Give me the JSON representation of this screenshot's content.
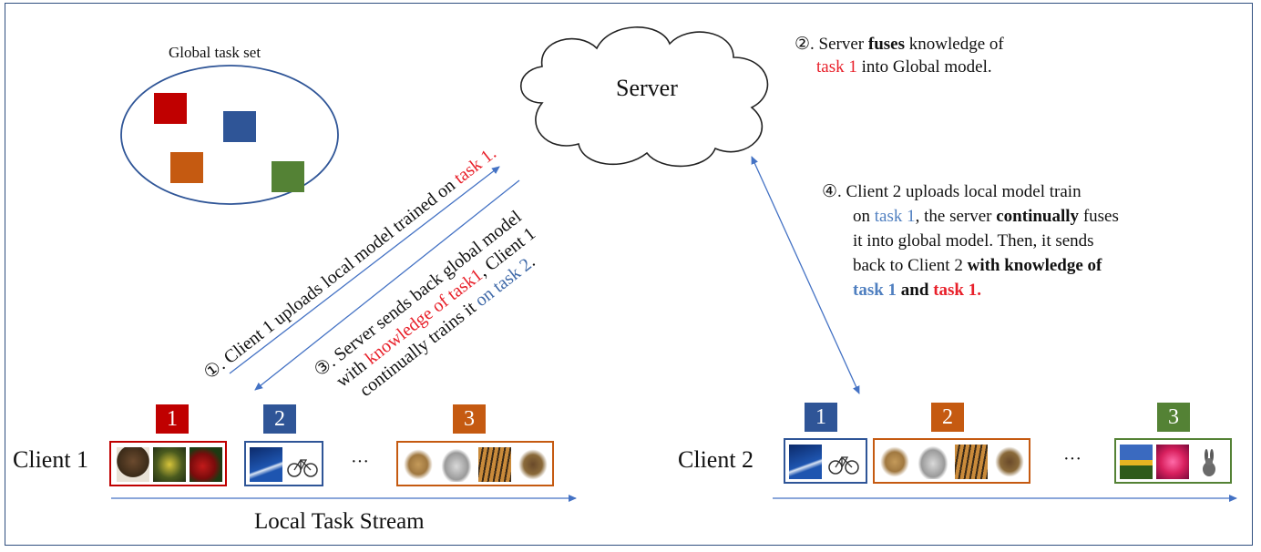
{
  "global_task_set": {
    "label": "Global task set",
    "squares": [
      {
        "color": "#c00000"
      },
      {
        "color": "#2f5597"
      },
      {
        "color": "#c55a11"
      },
      {
        "color": "#548235"
      }
    ]
  },
  "server": {
    "label": "Server"
  },
  "step2": {
    "circle": "②",
    "t1": ". Server ",
    "fuses": "fuses",
    "t2": " knowledge of",
    "task": "task 1",
    "t3": " into Global model."
  },
  "step1": {
    "circle": "①",
    "text": ". Client 1 uploads local model trained on ",
    "task": "task 1."
  },
  "step3": {
    "line1": "③. Server sends back global model",
    "with": "with ",
    "knowledge": "knowledge of task1",
    "client1": ", Client 1",
    "line3a": "continually trains it ",
    "on_task2": "on task 2",
    "period": "."
  },
  "step4": {
    "circle": "④",
    "l1": ". Client 2 uploads local model train",
    "l2a": "on ",
    "l2task": "task 1",
    "l2b": ", the server ",
    "l2bold": "continually",
    "l2c": " fuses",
    "l3": "it into global model. Then, it sends",
    "l4a": "back to Client 2 ",
    "l4bold": "with knowledge of",
    "l5task1": "task 1",
    "l5and": " and ",
    "l5task2": "task 1."
  },
  "client1": {
    "label": "Client 1",
    "ellipsis": "···",
    "tasks": [
      {
        "num": "1",
        "color": "#c00000"
      },
      {
        "num": "2",
        "color": "#2f5597"
      },
      {
        "num": "3",
        "color": "#c55a11"
      }
    ]
  },
  "client2": {
    "label": "Client 2",
    "ellipsis": "···",
    "tasks": [
      {
        "num": "1",
        "color": "#2f5597"
      },
      {
        "num": "2",
        "color": "#c55a11"
      },
      {
        "num": "3",
        "color": "#548235"
      }
    ]
  },
  "stream_label": "Local Task Stream"
}
